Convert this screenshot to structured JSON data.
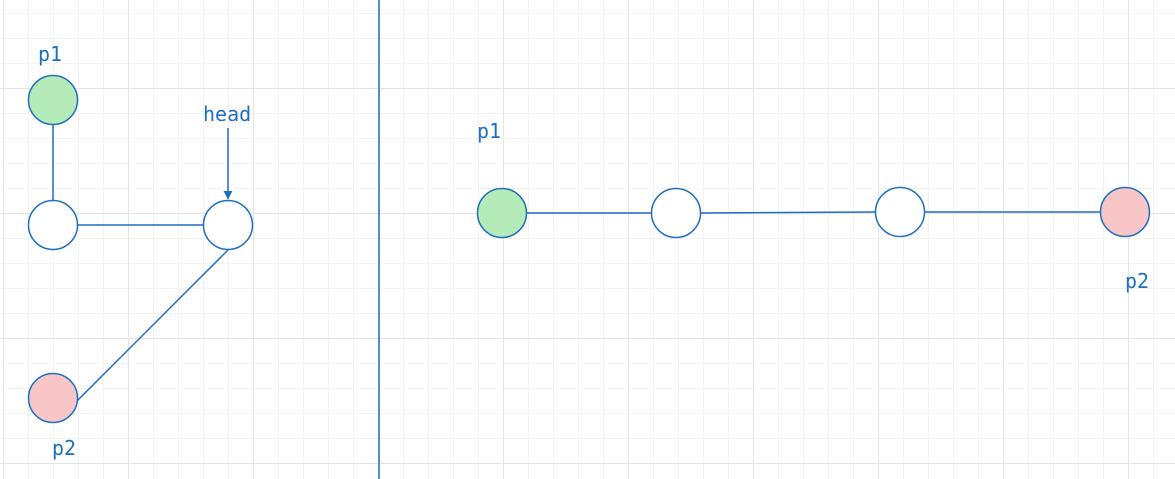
{
  "colors": {
    "stroke": "#1f6fc0",
    "p1_fill": "#b5ebb8",
    "p2_fill": "#f8c6c6",
    "empty_fill": "#ffffff",
    "label": "#1f6fc0"
  },
  "left_diagram": {
    "labels": {
      "p1": "p1",
      "p2": "p2",
      "head": "head"
    }
  },
  "right_diagram": {
    "labels": {
      "p1": "p1",
      "p2": "p2"
    }
  }
}
